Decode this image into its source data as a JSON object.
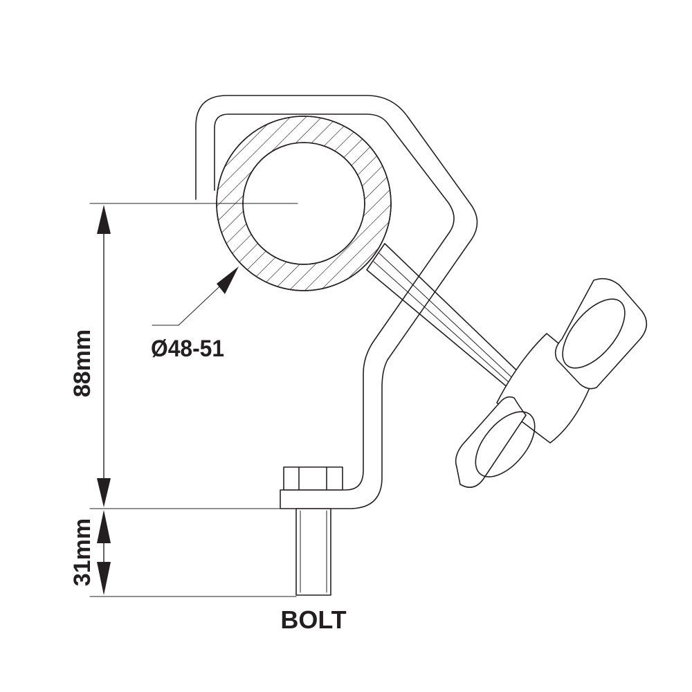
{
  "diagram": {
    "labels": {
      "diameter": "Ø48-51",
      "height": "88mm",
      "bolt_length": "31mm",
      "bolt": "BOLT"
    },
    "measurements": {
      "height_mm": 88,
      "bolt_length_mm": 31,
      "tube_diameter_mm": [
        48,
        51
      ]
    },
    "colors": {
      "ink": "#231f20",
      "background": "#ffffff"
    }
  }
}
